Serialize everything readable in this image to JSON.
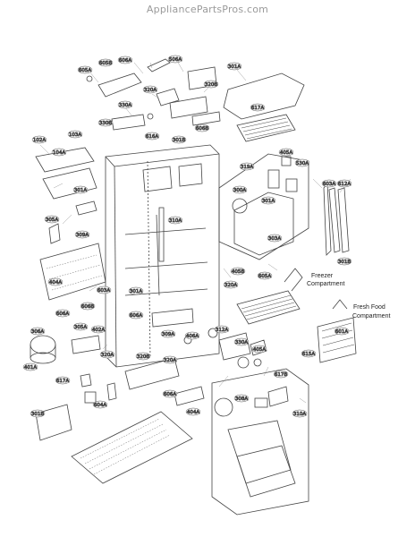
{
  "header": {
    "site_title": "AppliancePartsPros.com"
  },
  "annotations": {
    "freezer_line1": "Freezer",
    "freezer_line2": "Compartment",
    "fresh_line1": "Fresh Food",
    "fresh_line2": "Compartment"
  },
  "callouts": [
    "605A",
    "605B",
    "606A",
    "506A",
    "301A",
    "320B",
    "320A",
    "330A",
    "330B",
    "617A",
    "102A",
    "103A",
    "104A",
    "616A",
    "301B",
    "606B",
    "301A",
    "305A",
    "309A",
    "310A",
    "319A",
    "405A",
    "530A",
    "603A",
    "612A",
    "301B",
    "300A",
    "301A",
    "303A",
    "404A",
    "603A",
    "301A",
    "405B",
    "320A",
    "605A",
    "606A",
    "606B",
    "606A",
    "305A",
    "306A",
    "402A",
    "309A",
    "406A",
    "312A",
    "401A",
    "320A",
    "320B",
    "320A",
    "330A",
    "405A",
    "601A",
    "615A",
    "617A",
    "604A",
    "301B",
    "606A",
    "404A",
    "617B",
    "308A",
    "310A"
  ]
}
